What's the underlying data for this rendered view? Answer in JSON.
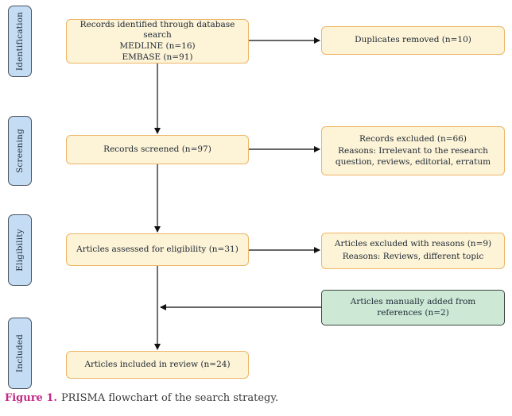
{
  "caption": {
    "label": "Figure 1.",
    "text": "PRISMA flowchart of the search strategy."
  },
  "sidebar": {
    "stages": [
      {
        "label": "Identification"
      },
      {
        "label": "Screening"
      },
      {
        "label": "Eligibility"
      },
      {
        "label": "Included"
      }
    ]
  },
  "flow": {
    "identified": {
      "title": "Records identified through database search",
      "sub1": "MEDLINE (n=16)",
      "sub2": "EMBASE (n=91)"
    },
    "duplicates_removed": {
      "title": "Duplicates removed (n=10)"
    },
    "screened": {
      "title": "Records screened (n=97)"
    },
    "records_excluded": {
      "title": "Records excluded (n=66)",
      "reasons": "Reasons: Irrelevant to the research question, reviews, editorial, erratum"
    },
    "assessed": {
      "title": "Articles assessed for eligibility (n=31)"
    },
    "articles_excluded": {
      "title": "Articles excluded with reasons (n=9)",
      "reasons": "Reasons: Reviews, different topic"
    },
    "manually_added": {
      "title": "Articles manually added from references (n=2)"
    },
    "included_review": {
      "title": "Articles included in review (n=24)"
    }
  },
  "colors": {
    "box_fill": "#fdf3d6",
    "box_border": "#eeb566",
    "stage_fill": "#c5ddf4",
    "stage_border": "#49525c",
    "manual_fill": "#cde9d6",
    "manual_border": "#3c463f",
    "arrow": "#333333",
    "arrow_head": "#111111",
    "text": "#1c2733",
    "caption_accent": "#c12a85",
    "caption_text_color": "#3a3a3a"
  }
}
